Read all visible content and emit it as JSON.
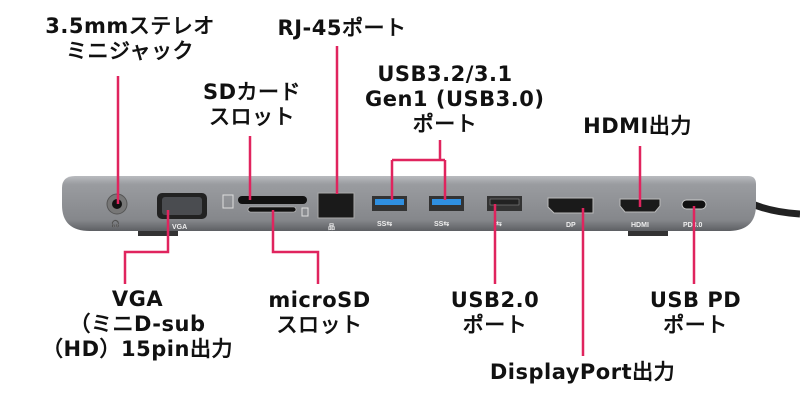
{
  "colors": {
    "leader_line": "#e0245e",
    "body": "#8a8c90",
    "usb3_blue": "#2f8fe0"
  },
  "labels": {
    "audio": [
      "3.5mmステレオ",
      "ミニジャック"
    ],
    "rj45": [
      "RJ-45ポート"
    ],
    "sd": [
      "SDカード",
      "スロット"
    ],
    "usb3": [
      "USB3.2/3.1",
      "Gen1 (USB3.0)",
      "ポート"
    ],
    "hdmi": [
      "HDMI出力"
    ],
    "vga": [
      "VGA",
      "（ミニD-sub",
      "（HD）15pin出力"
    ],
    "microsd": [
      "microSD",
      "スロット"
    ],
    "usb2": [
      "USB2.0",
      "ポート"
    ],
    "dp": [
      "DisplayPort出力"
    ],
    "usbpd": [
      "USB PD",
      "ポート"
    ]
  },
  "port_markings": {
    "vga": "VGA",
    "usb3a": "SS⇆",
    "usb3b": "SS⇆",
    "usb2": "⇆",
    "dp": "DP",
    "hdmi": "HDMI",
    "pd": "PD3.0"
  }
}
